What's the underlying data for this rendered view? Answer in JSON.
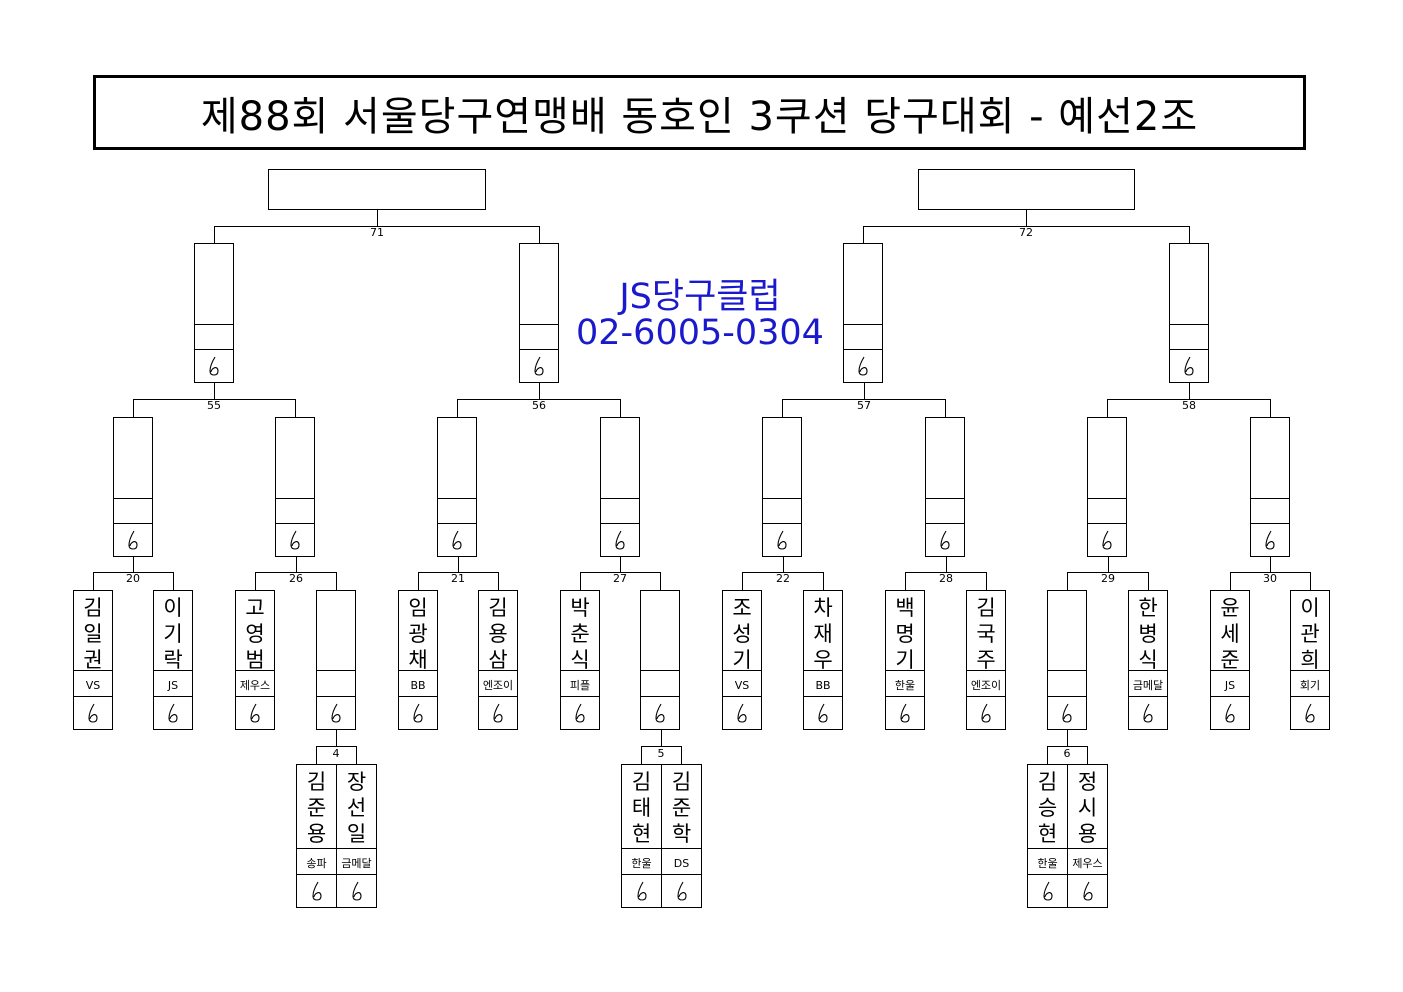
{
  "title": "제88회 서울당구연맹배 동호인 3쿠션 당구대회 - 예선2조",
  "advert": {
    "name": "JS당구클럽",
    "phone": "02-6005-0304"
  },
  "colors": {
    "advert": "#1a1acc",
    "line": "#000000"
  },
  "score_symbol": "score-mark-icon",
  "matches": {
    "m4": "4",
    "m5": "5",
    "m6": "6",
    "m20": "20",
    "m21": "21",
    "m22": "22",
    "m26": "26",
    "m27": "27",
    "m28": "28",
    "m29": "29",
    "m30": "30",
    "m55": "55",
    "m56": "56",
    "m57": "57",
    "m58": "58",
    "m71": "71",
    "m72": "72"
  },
  "players": [
    {
      "name": "김일권",
      "club": "VS"
    },
    {
      "name": "이기락",
      "club": "JS"
    },
    {
      "name": "고영범",
      "club": "제우스"
    },
    {
      "name": "",
      "club": ""
    },
    {
      "name": "임광채",
      "club": "BB"
    },
    {
      "name": "김용삼",
      "club": "엔조이"
    },
    {
      "name": "박춘식",
      "club": "피플"
    },
    {
      "name": "",
      "club": ""
    },
    {
      "name": "조성기",
      "club": "VS"
    },
    {
      "name": "차재우",
      "club": "BB"
    },
    {
      "name": "백명기",
      "club": "한울"
    },
    {
      "name": "김국주",
      "club": "엔조이"
    },
    {
      "name": "",
      "club": ""
    },
    {
      "name": "한병식",
      "club": "금메달"
    },
    {
      "name": "윤세준",
      "club": "JS"
    },
    {
      "name": "이관희",
      "club": "회기"
    }
  ],
  "prelim": [
    {
      "name": "김준용",
      "club": "송파"
    },
    {
      "name": "장선일",
      "club": "금메달"
    },
    {
      "name": "김태현",
      "club": "한울"
    },
    {
      "name": "김준학",
      "club": "DS"
    },
    {
      "name": "김승현",
      "club": "한울"
    },
    {
      "name": "정시용",
      "club": "제우스"
    }
  ]
}
